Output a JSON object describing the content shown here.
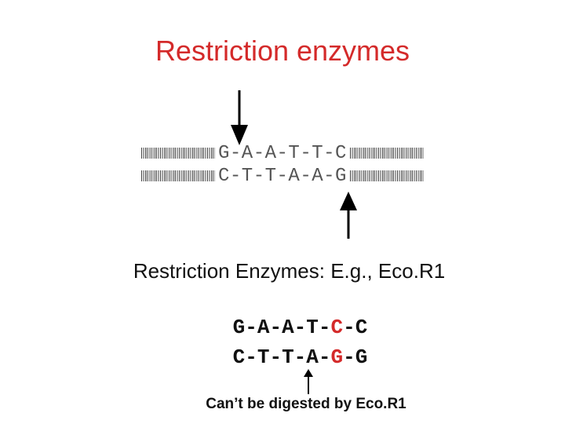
{
  "title": "Restriction enzymes",
  "diagram": {
    "top_strand": "G-A-A-T-T-C",
    "bottom_strand": "C-T-T-A-A-G",
    "arrow_color": "#000000"
  },
  "caption": "Restriction Enzymes:  E.g., Eco.R1",
  "methylated": {
    "top": {
      "before": "G-A-A-T-",
      "mark": "C",
      "after": "-C"
    },
    "bottom": {
      "before": "C-T-T-A-",
      "mark": "G",
      "after": "-G"
    },
    "mark_color": "#d42a2a"
  },
  "note": "Can’t be digested by Eco.R1"
}
